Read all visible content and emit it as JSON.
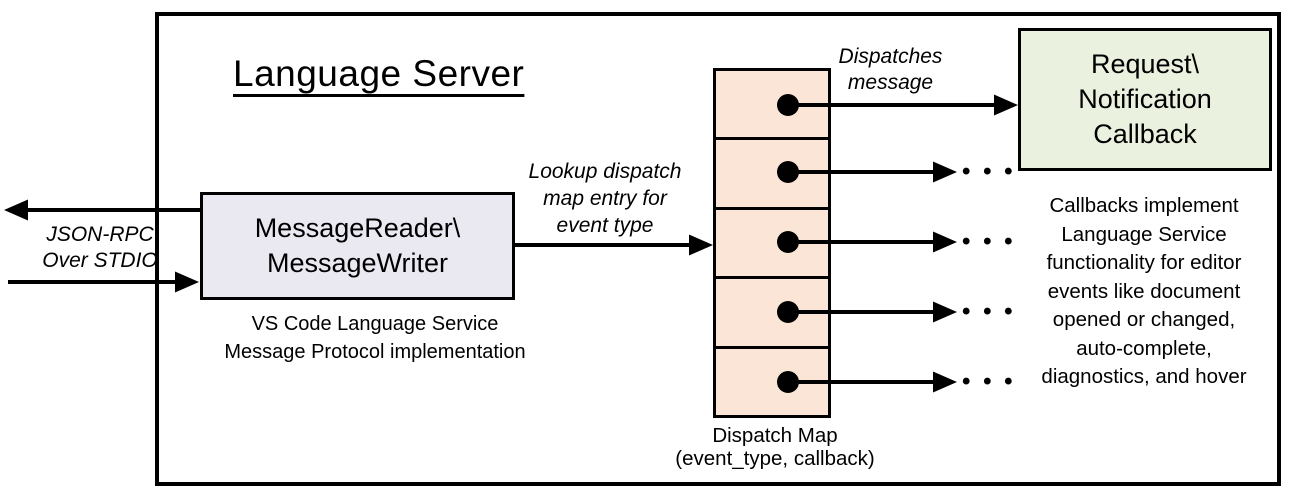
{
  "title": "Language Server",
  "stdio": {
    "line1": "JSON-RPC",
    "line2": "Over STDIO"
  },
  "message_box": {
    "line1": "MessageReader\\",
    "line2": "MessageWriter",
    "fill": "#eae8f1",
    "caption_line1": "VS Code Language Service",
    "caption_line2": "Message Protocol implementation"
  },
  "lookup_label": {
    "line1": "Lookup dispatch",
    "line2": "map entry for",
    "line3": "event type"
  },
  "dispatch_label": {
    "line1": "Dispatches",
    "line2": "message"
  },
  "dispatch_map": {
    "cell_count": 5,
    "cell_fill": "#fbe5d6",
    "caption_line1": "Dispatch Map",
    "caption_line2": "(event_type, callback)"
  },
  "callback_box": {
    "line1": "Request\\",
    "line2": "Notification",
    "line3": "Callback",
    "fill": "#eaf1de"
  },
  "callback_note": {
    "line1": "Callbacks implement",
    "line2": "Language Service",
    "line3": "functionality for editor",
    "line4": "events like document",
    "line5": "opened or changed,",
    "line6": "auto-complete,",
    "line7": "diagnostics, and hover"
  },
  "ellipsis": "• • •",
  "colors": {
    "line": "#000000",
    "background": "#ffffff"
  }
}
